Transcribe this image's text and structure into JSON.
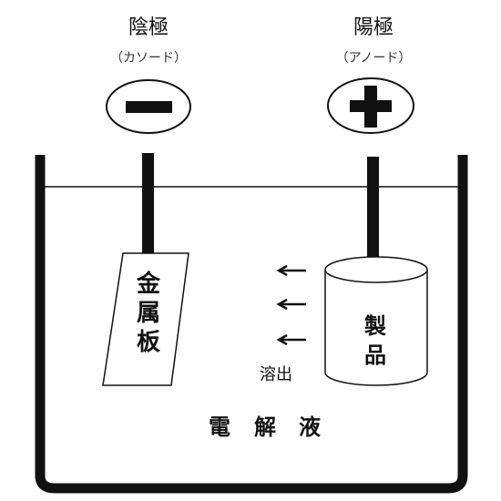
{
  "cathode": {
    "title": "陰極",
    "subtitle": "（カソード）",
    "symbol": "minus"
  },
  "anode": {
    "title": "陽極",
    "subtitle": "（アノード）",
    "symbol": "plus"
  },
  "metal_plate": {
    "label_chars": [
      "金",
      "属",
      "板"
    ]
  },
  "product": {
    "label_chars": [
      "製",
      "品"
    ]
  },
  "dissolution": {
    "label": "溶出",
    "arrow_count": 3
  },
  "electrolyte": {
    "label_chars": [
      "電",
      "解",
      "液"
    ]
  }
}
